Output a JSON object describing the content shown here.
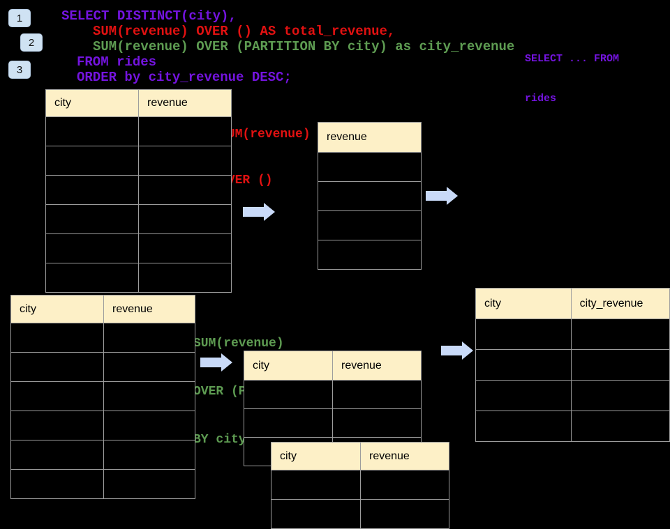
{
  "colors": {
    "background": "#000000",
    "sql_purple": "#7414DF",
    "sql_red": "#E11111",
    "sql_green": "#5E9C52",
    "table_header_fill": "#FDF0C7",
    "table_border": "#9D9D9D",
    "arrow_fill": "#C9DAF8",
    "badge_fill": "#CFE2F3"
  },
  "step_badges": [
    {
      "label": "1"
    },
    {
      "label": "2"
    },
    {
      "label": "3"
    }
  ],
  "sql_code": {
    "lines": [
      {
        "text": "SELECT DISTINCT(city),"
      },
      {
        "text": "SUM(revenue) OVER () AS total_revenue,"
      },
      {
        "text": "SUM(revenue) OVER (PARTITION BY city) as city_revenue"
      },
      {
        "text": "FROM rides"
      },
      {
        "text": "ORDER by city_revenue DESC;"
      }
    ]
  },
  "side_note": {
    "line1": "SELECT ... FROM",
    "line2": "rides"
  },
  "annotations": {
    "total_revenue_label": {
      "line1": "SUM(revenue)",
      "line2": "OVER ()"
    },
    "partition_label": {
      "line1": "SUM(revenue)",
      "line2": "OVER (PARTITION",
      "line3": "BY city)"
    }
  },
  "tables": {
    "rides_source_top": {
      "columns": [
        "city",
        "revenue"
      ],
      "empty_rows": 6
    },
    "total_revenue_result": {
      "columns": [
        "revenue"
      ],
      "empty_rows": 4
    },
    "rides_source_bottom": {
      "columns": [
        "city",
        "revenue"
      ],
      "empty_rows": 6
    },
    "partition_group_back": {
      "columns": [
        "city",
        "revenue"
      ],
      "empty_rows": 3
    },
    "partition_group_front": {
      "columns": [
        "city",
        "revenue"
      ],
      "empty_rows": 2
    },
    "city_revenue_result": {
      "columns": [
        "city",
        "city_revenue"
      ],
      "empty_rows": 4
    }
  }
}
